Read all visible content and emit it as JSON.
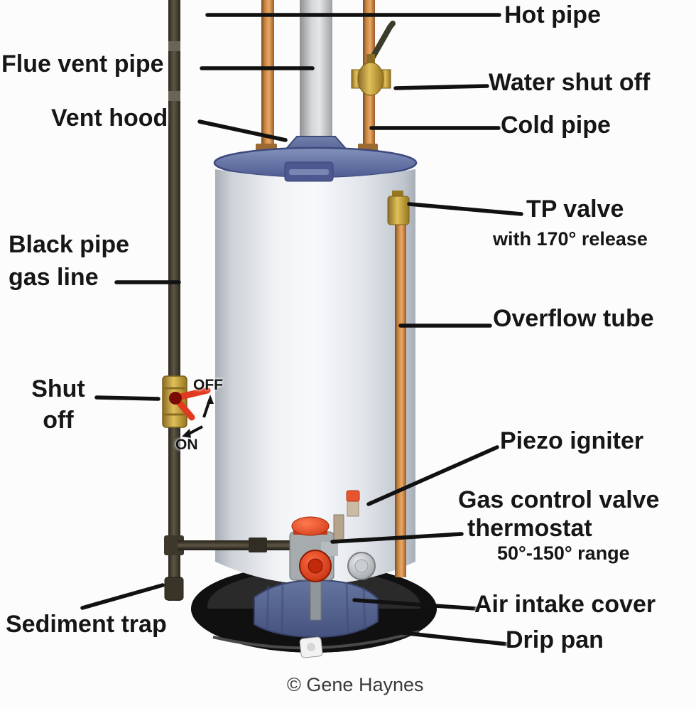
{
  "labels": {
    "hot_pipe": "Hot pipe",
    "flue_vent_pipe": "Flue vent pipe",
    "water_shut_off": "Water shut off",
    "vent_hood": "Vent hood",
    "cold_pipe": "Cold pipe",
    "tp_valve": "TP valve",
    "tp_valve_sub": "with 170° release",
    "black_pipe_line1": "Black pipe",
    "black_pipe_line2": "gas line",
    "overflow_tube": "Overflow tube",
    "shut_off_line1": "Shut",
    "shut_off_line2": "off",
    "off_indicator": "OFF",
    "on_indicator": "ON",
    "piezo_igniter": "Piezo igniter",
    "gas_control_line1": "Gas control valve",
    "gas_control_line2": "thermostat",
    "gas_control_sub": "50°-150° range",
    "sediment_trap": "Sediment trap",
    "air_intake_cover": "Air intake cover",
    "drip_pan": "Drip pan",
    "credit": "© Gene Haynes"
  },
  "colors": {
    "copper_pipe": "#c08040",
    "brass_valve": "#c9a84e",
    "black_gas_pipe": "#4a4434",
    "flue_gray": "#c6c8ca",
    "tank_body": "#eef0f3",
    "tank_rim_blue": "#5d6b9e",
    "vent_hood_blue": "#56639a",
    "air_intake_blue": "#5a6a9e",
    "valve_red": "#e0482a",
    "drip_pan_black": "#141414",
    "leader_line": "#111111",
    "text": "#161616"
  }
}
